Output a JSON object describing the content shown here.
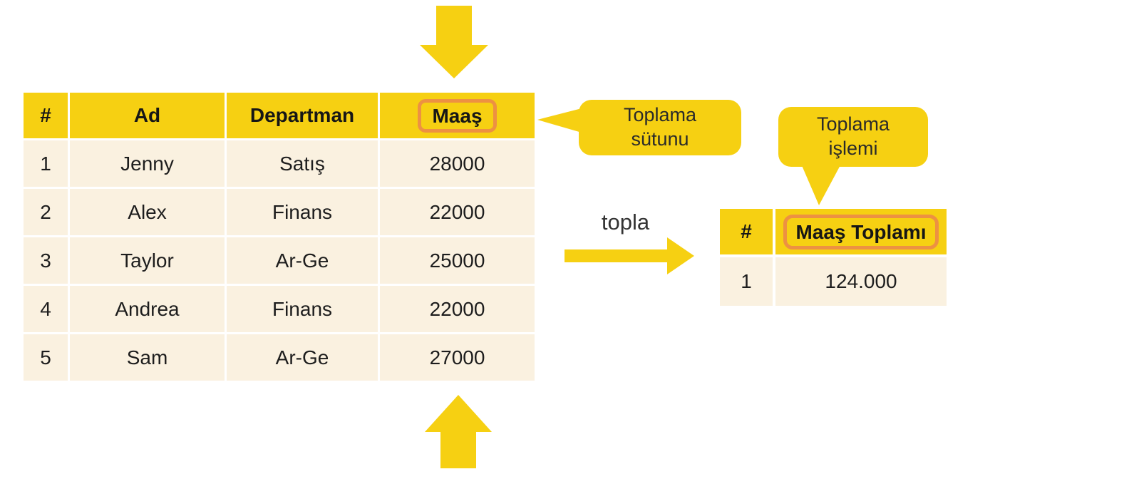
{
  "colors": {
    "yellow": "#F6D012",
    "orange": "#ED9142",
    "cream": "#FAF1E0",
    "text_dark": "#1D1D1D"
  },
  "callouts": {
    "column": "Toplama sütunu",
    "operation": "Toplama işlemi"
  },
  "operation": {
    "label": "topla"
  },
  "source_table": {
    "columns": [
      "#",
      "Ad",
      "Departman",
      "Maaş"
    ],
    "highlighted_column": "Maaş",
    "rows": [
      [
        "1",
        "Jenny",
        "Satış",
        "28000"
      ],
      [
        "2",
        "Alex",
        "Finans",
        "22000"
      ],
      [
        "3",
        "Taylor",
        "Ar-Ge",
        "25000"
      ],
      [
        "4",
        "Andrea",
        "Finans",
        "22000"
      ],
      [
        "5",
        "Sam",
        "Ar-Ge",
        "27000"
      ]
    ]
  },
  "result_table": {
    "columns": [
      "#",
      "Maaş Toplamı"
    ],
    "highlighted_column": "Maaş Toplamı",
    "rows": [
      [
        "1",
        "124.000"
      ]
    ]
  }
}
